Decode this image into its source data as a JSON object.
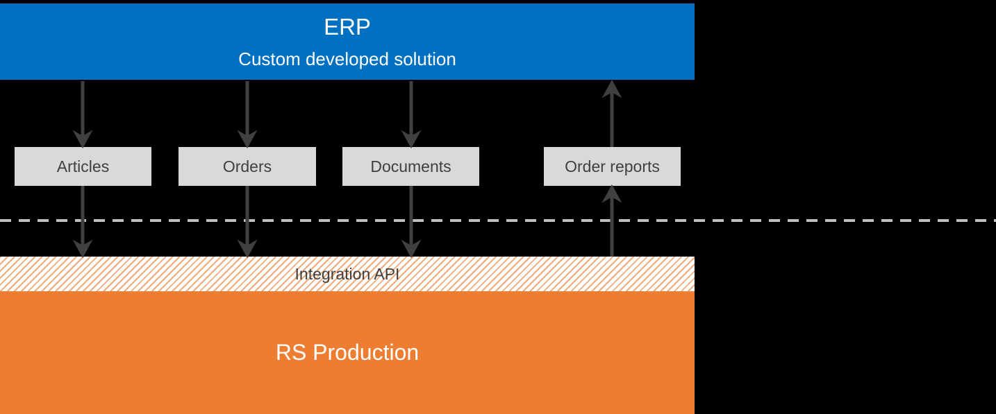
{
  "background_color": "#000000",
  "erp": {
    "title": "ERP",
    "subtitle": "Custom developed solution",
    "fill": "#0070C0",
    "text_color": "#FFFFFF"
  },
  "flow_boxes": [
    {
      "label": "Articles",
      "direction": "erp-to-rs-production"
    },
    {
      "label": "Orders",
      "direction": "erp-to-rs-production"
    },
    {
      "label": "Documents",
      "direction": "erp-to-rs-production"
    },
    {
      "label": "Order reports",
      "direction": "rs-production-to-erp"
    }
  ],
  "flow_box_style": {
    "fill": "#D9D9D9",
    "text_color": "#404040"
  },
  "boundary_line": {
    "style": "dashed",
    "color": "#BFBFBF"
  },
  "integration_api": {
    "label": "Integration API",
    "background": "#FFFFFF",
    "hatch_color": "#ED7D31",
    "text_color": "#404040"
  },
  "rs_production": {
    "label": "RS Production",
    "fill": "#ED7D31",
    "text_color": "#FFFFFF"
  },
  "arrows": {
    "color": "#404040"
  }
}
